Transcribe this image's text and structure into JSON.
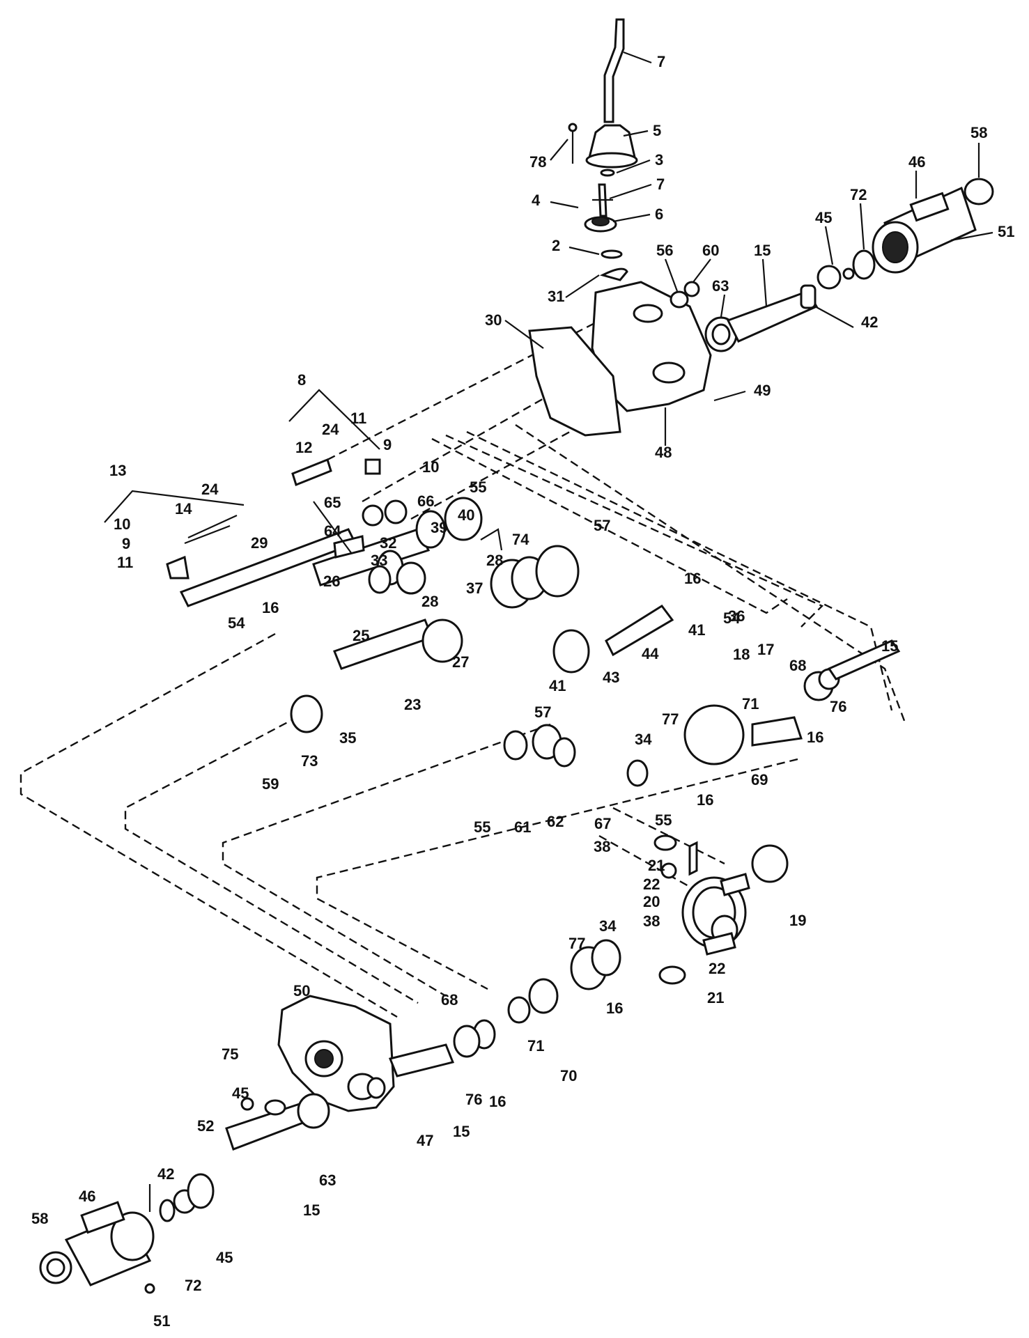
{
  "diagram": {
    "callouts": [
      "7",
      "5",
      "78",
      "3",
      "4",
      "7",
      "6",
      "2",
      "31",
      "30",
      "58",
      "46",
      "72",
      "45",
      "51",
      "56",
      "60",
      "15",
      "63",
      "42",
      "49",
      "48",
      "8",
      "24",
      "11",
      "9",
      "10",
      "12",
      "13",
      "24",
      "14",
      "10",
      "9",
      "11",
      "29",
      "65",
      "66",
      "64",
      "55",
      "40",
      "74",
      "39",
      "32",
      "33",
      "26",
      "54",
      "16",
      "28",
      "37",
      "28",
      "36",
      "57",
      "16",
      "54",
      "25",
      "27",
      "44",
      "41",
      "23",
      "43",
      "41",
      "57",
      "35",
      "59",
      "73",
      "17",
      "18",
      "68",
      "15",
      "76",
      "77",
      "71",
      "16",
      "34",
      "69",
      "16",
      "55",
      "61",
      "62",
      "67",
      "55",
      "38",
      "21",
      "22",
      "20",
      "38",
      "19",
      "77",
      "34",
      "22",
      "21",
      "16",
      "50",
      "68",
      "75",
      "45",
      "71",
      "70",
      "52",
      "76",
      "16",
      "15",
      "47",
      "63",
      "42",
      "15",
      "46",
      "58",
      "72",
      "45",
      "51"
    ]
  }
}
